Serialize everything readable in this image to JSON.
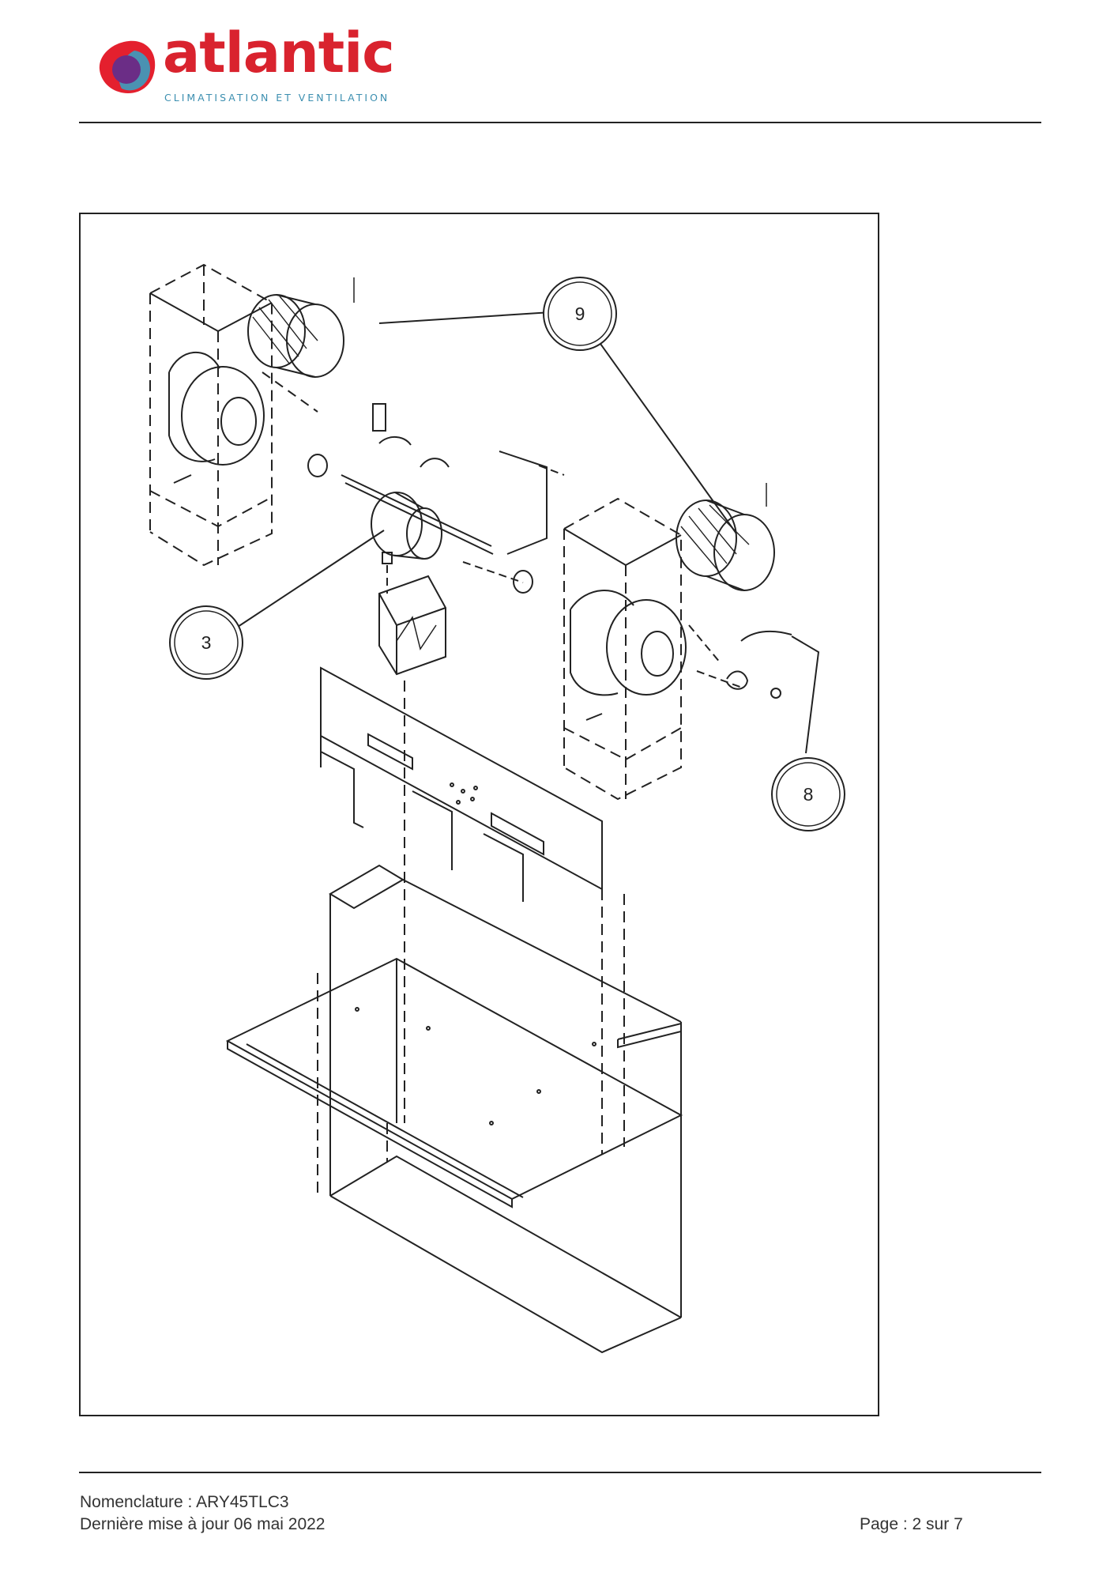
{
  "header": {
    "brand_name": "atlantic",
    "brand_tagline": "CLIMATISATION ET VENTILATION",
    "brand_colors": {
      "word": "#d9232e",
      "tagline": "#3c8fb0",
      "mark_outer": "#e4202e",
      "mark_inner": "#6b2d86",
      "mark_accent": "#2fa7c9"
    }
  },
  "figure": {
    "callouts": [
      {
        "number": "9"
      },
      {
        "number": "3"
      },
      {
        "number": "8"
      }
    ]
  },
  "footer": {
    "nomenclature": "Nomenclature : ARY45TLC3",
    "last_update": "Dernière mise à jour 06 mai 2022",
    "page": "Page : 2 sur 7"
  }
}
